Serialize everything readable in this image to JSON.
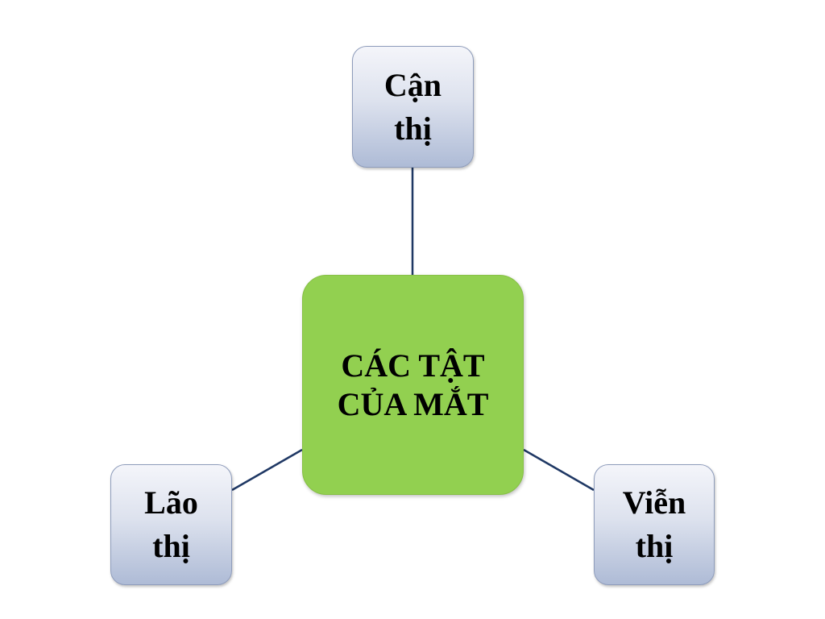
{
  "diagram": {
    "center": {
      "label": "CÁC TẬT CỦA MẮT",
      "color": "#92d050"
    },
    "nodes": [
      {
        "label": "Cận thị"
      },
      {
        "label": "Lão thị"
      },
      {
        "label": "Viễn thị"
      }
    ],
    "connector_color": "#1f3864"
  }
}
